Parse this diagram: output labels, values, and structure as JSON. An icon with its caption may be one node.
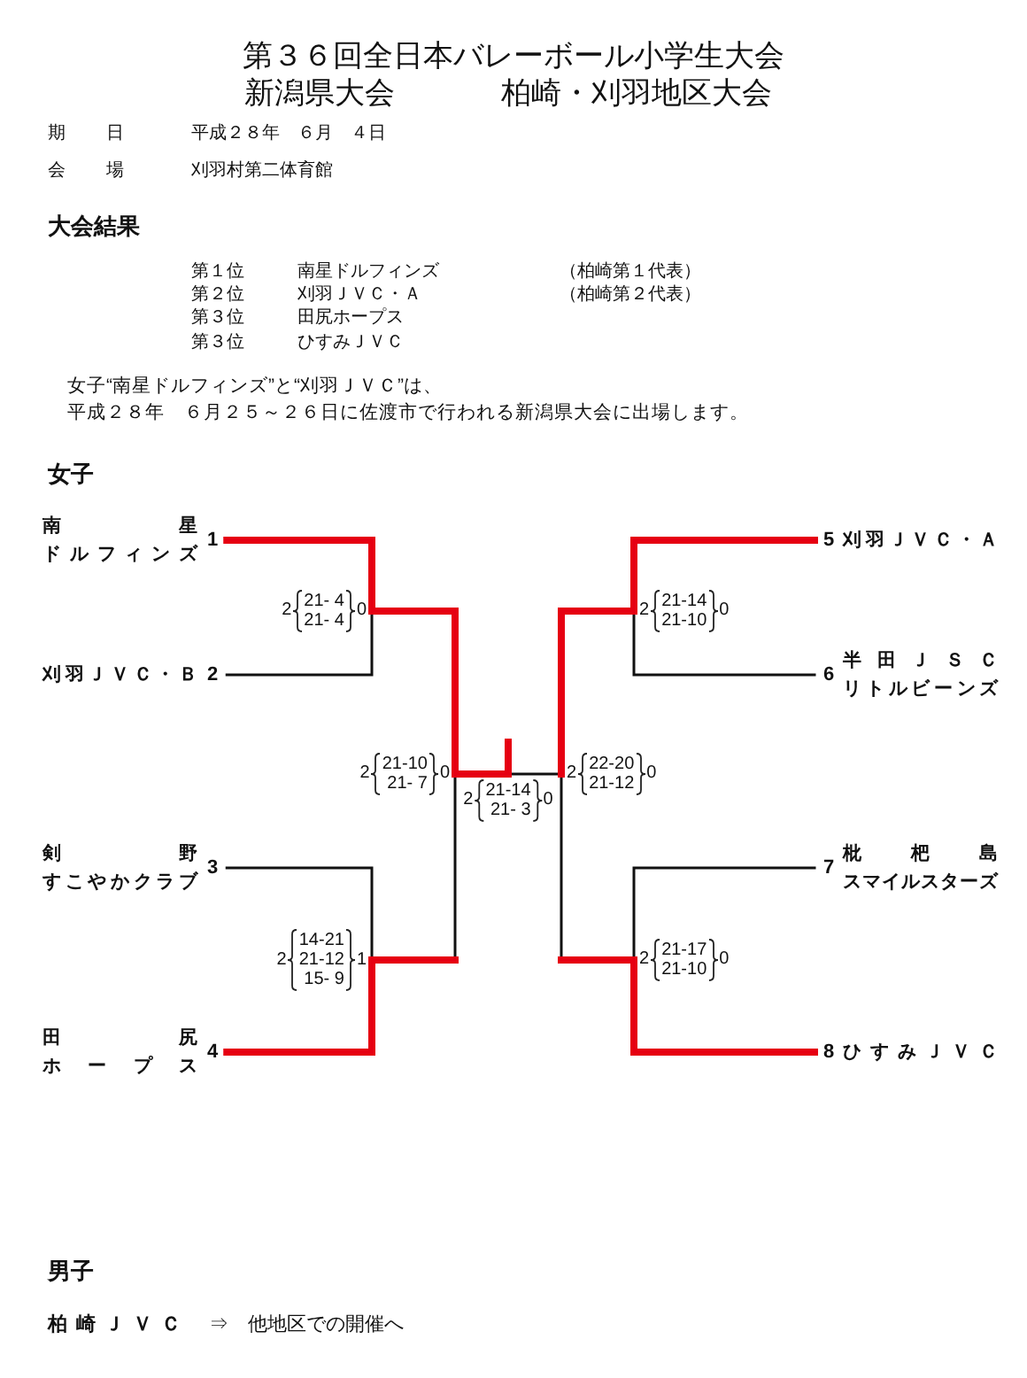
{
  "diagram": {
    "title": "第３６回全日本バレーボール小学生大会",
    "nodes": [
      {
        "text": [
          "南星ドルフィンズ"
        ],
        "beside": [
          "1"
        ]
      },
      {
        "text": [
          "刈羽ＪＶＣ・Ｂ"
        ],
        "beside": [
          "2"
        ]
      },
      {
        "text": [
          "剣野すこやかクラブ"
        ],
        "beside": [
          "3"
        ]
      },
      {
        "text": [
          "田尻ホープス"
        ],
        "beside": [
          "4"
        ]
      },
      {
        "text": [
          "刈羽ＪＶＣ・Ａ"
        ],
        "beside": [
          "5"
        ]
      },
      {
        "text": [
          "半田ＪＳＣリトルビーンズ"
        ],
        "beside": [
          "6"
        ]
      },
      {
        "text": [
          "枇杷島スマイルスターズ"
        ],
        "beside": [
          "7"
        ]
      },
      {
        "text": [
          "ひすみＪＶＣ"
        ],
        "beside": [
          "8"
        ]
      },
      {
        "text": [
          "2",
          "21- 4",
          "21- 4",
          "0"
        ]
      },
      {
        "text": [
          "2",
          "14-21",
          "21-12",
          "15- 9",
          "1"
        ]
      },
      {
        "text": [
          "2",
          "21-10",
          "21- 7",
          "0"
        ]
      },
      {
        "text": [
          "2",
          "21-14",
          "21- 3",
          "0"
        ]
      },
      {
        "text": [
          "2",
          "22-20",
          "21-12",
          "0"
        ]
      },
      {
        "text": [
          "2",
          "21-14",
          "21-10",
          "0"
        ]
      },
      {
        "text": [
          "2",
          "21-17",
          "21-10",
          "0"
        ]
      }
    ],
    "edges": [
      {
        "from": 0,
        "to": 8,
        "arrow": "none"
      },
      {
        "from": 1,
        "to": 8,
        "arrow": "none",
        "color": "#111111"
      },
      {
        "from": 2,
        "to": 9,
        "arrow": "none",
        "color": "#111111"
      },
      {
        "from": 3,
        "to": 9,
        "arrow": "none"
      },
      {
        "from": 4,
        "to": 13,
        "arrow": "none"
      },
      {
        "from": 5,
        "to": 13,
        "arrow": "none",
        "color": "#111111"
      },
      {
        "from": 6,
        "to": 14,
        "arrow": "none",
        "color": "#111111"
      },
      {
        "from": 7,
        "to": 14,
        "arrow": "none"
      },
      {
        "from": 8,
        "to": 10,
        "arrow": "none"
      },
      {
        "from": 9,
        "to": 10,
        "arrow": "none",
        "color": "#111111"
      },
      {
        "from": 13,
        "to": 12,
        "arrow": "none"
      },
      {
        "from": 14,
        "to": 12,
        "arrow": "none",
        "color": "#111111"
      },
      {
        "from": 10,
        "to": 11,
        "arrow": "none"
      },
      {
        "from": 12,
        "to": 11,
        "arrow": "none",
        "color": "#111111"
      },
      {
        "from": 11,
        "to": null,
        "arrow": "none"
      }
    ],
    "labels": [
      "新潟県大会",
      "柏崎・刈羽地区大会",
      "期日",
      "平成２８年　６月　４日",
      "会場",
      "刈羽村第二体育館",
      "大会結果",
      "第１位",
      "南星ドルフィンズ",
      "（柏崎第１代表）",
      "第２位",
      "刈羽ＪＶＣ・Ａ",
      "（柏崎第２代表）",
      "第３位",
      "田尻ホープス",
      "第３位",
      "ひすみＪＶＣ",
      "女子“南星ドルフィンズ”と“刈羽ＪＶＣ”は、平成２８年　６月２５～２６日に佐渡市で行われる新潟県大会に出場します。",
      "女子",
      "男子",
      "**柏崎ＪＶＣ**　⇒　他地区での開催へ"
    ]
  }
}
